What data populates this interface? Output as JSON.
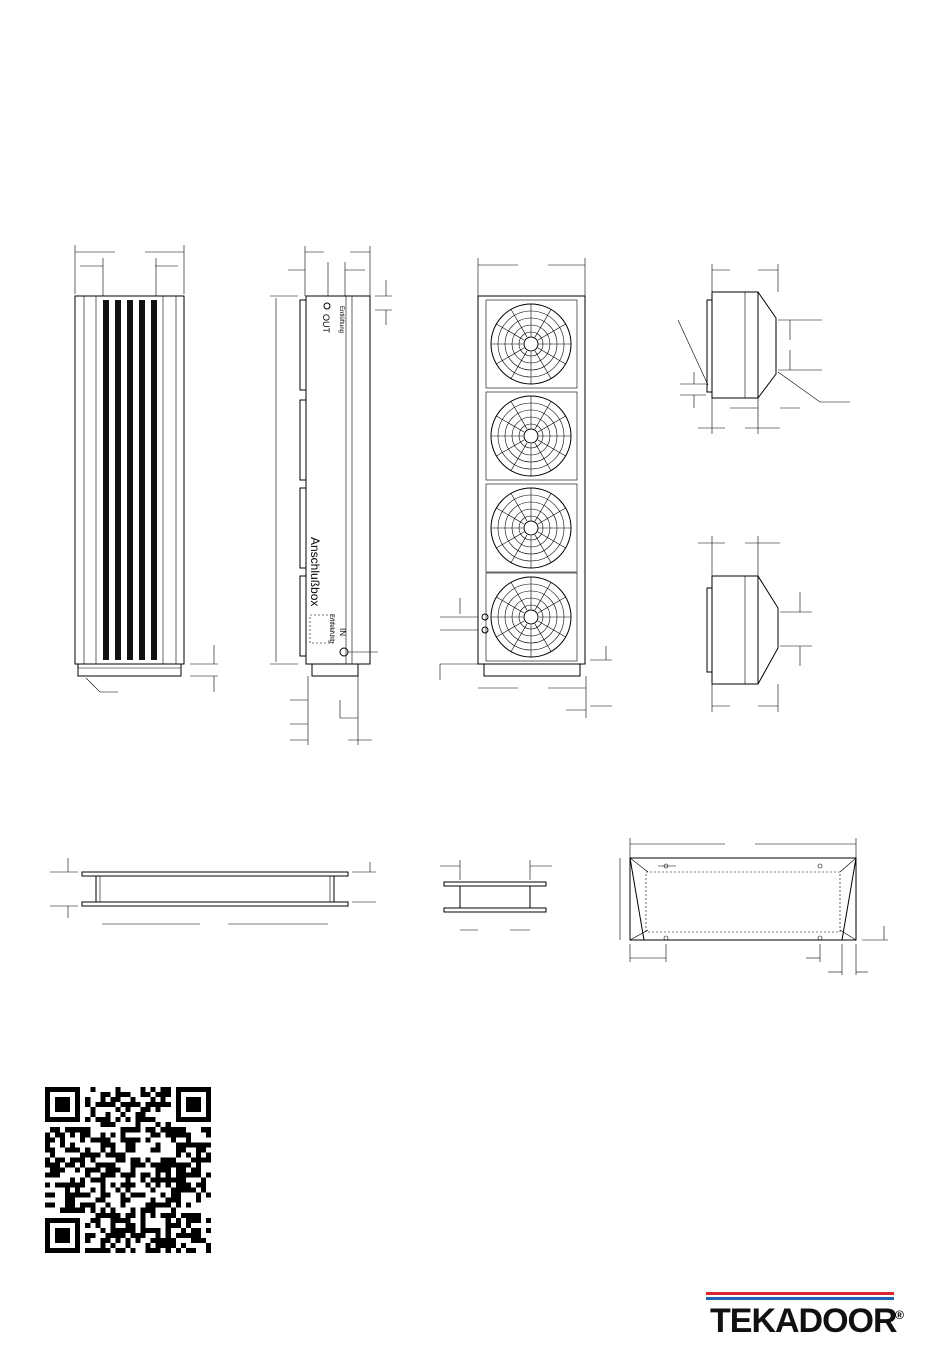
{
  "side_view": {
    "label_outlet_top": "Entlüftung",
    "label_out": "OUT",
    "label_box": "Anschlußbox",
    "label_in": "IN",
    "label_inlet_bottom": "Entleerung"
  },
  "logo": {
    "brand_text": "TEKADOOR",
    "registered": "®",
    "colors": {
      "red": "#d8262e",
      "blue": "#1e63b6",
      "dark": "#111111"
    }
  }
}
